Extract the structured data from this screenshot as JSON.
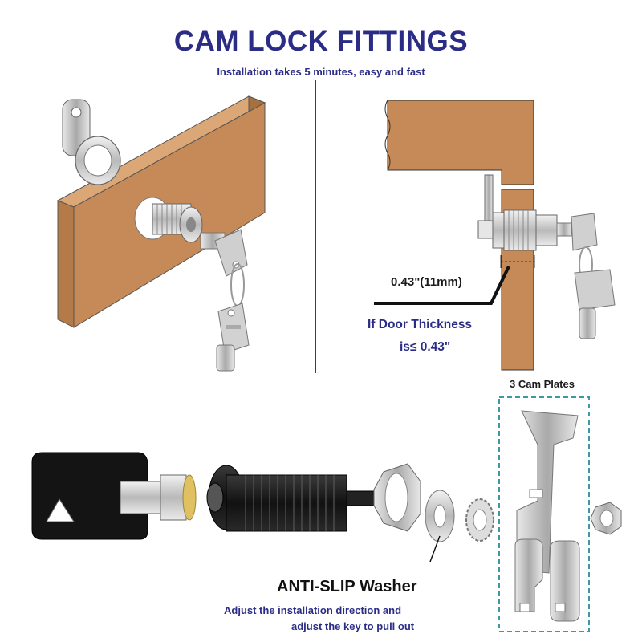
{
  "header": {
    "title": "CAM LOCK FITTINGS",
    "subtitle": "Installation takes 5 minutes, easy and fast"
  },
  "door_diagram": {
    "measurement": "0.43\"(11mm)",
    "door_thickness_line1": "If Door Thickness",
    "door_thickness_line2": "is≤ 0.43\""
  },
  "parts": {
    "cam_plates_label": "3 Cam Plates",
    "washer_title": "ANTI-SLIP Washer",
    "washer_note_line1": "Adjust the installation direction and",
    "washer_note_line2": "adjust the key to pull out"
  },
  "colors": {
    "title": "#2b2c86",
    "wood": "#c58a57",
    "divider": "#8b1e23",
    "dashed_box": "#3a9aa8"
  }
}
